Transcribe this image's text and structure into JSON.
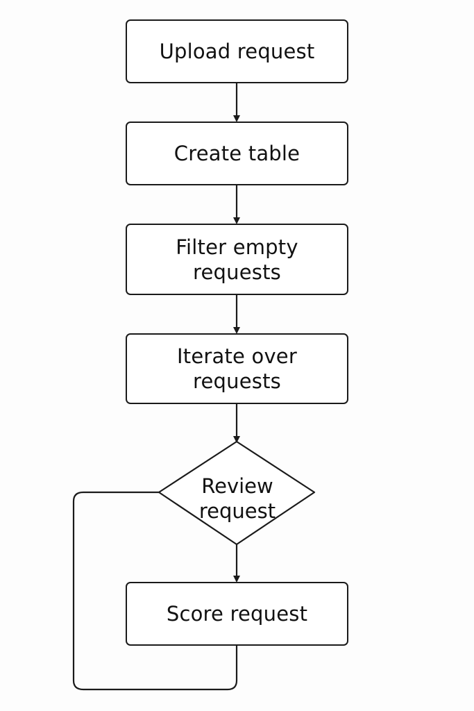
{
  "flowchart": {
    "upload": "Upload request",
    "create": "Create table",
    "filter": "Filter empty requests",
    "iterate": "Iterate over requests",
    "review": "Review request",
    "score": "Score request"
  },
  "colors": {
    "stroke": "#1a1a1a",
    "background": "#fdfdfd",
    "node_fill": "#ffffff"
  }
}
